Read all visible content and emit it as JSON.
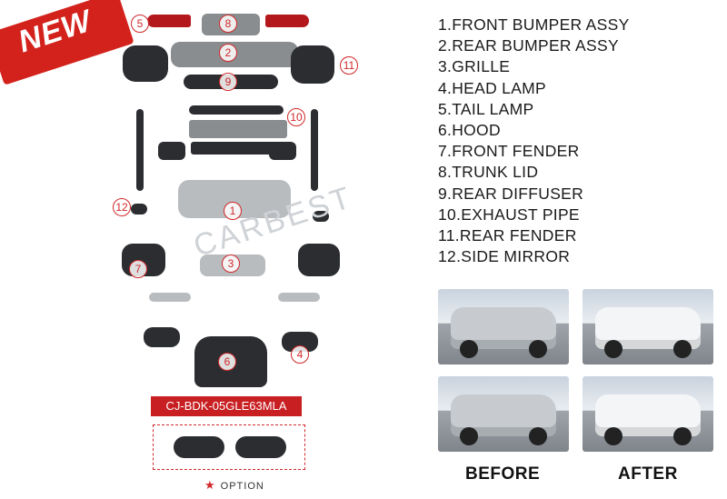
{
  "banner": {
    "label": "NEW"
  },
  "watermark": "CARBEST",
  "part_numbers": [
    "1",
    "2",
    "3",
    "4",
    "5",
    "6",
    "7",
    "8",
    "9",
    "10",
    "11",
    "12"
  ],
  "sku": "CJ-BDK-05GLE63MLA",
  "option_label": "OPTION",
  "parts": [
    "1.FRONT BUMPER ASSY",
    "2.REAR BUMPER ASSY",
    "3.GRILLE",
    "4.HEAD LAMP",
    "5.TAIL LAMP",
    "6.HOOD",
    "7.FRONT FENDER",
    "8.TRUNK LID",
    "9.REAR DIFFUSER",
    "10.EXHAUST PIPE",
    "11.REAR FENDER",
    "12.SIDE MIRROR"
  ],
  "comparison": {
    "before_label": "BEFORE",
    "after_label": "AFTER"
  },
  "colors": {
    "accent": "#d0282a",
    "banner": "#d3221c"
  }
}
